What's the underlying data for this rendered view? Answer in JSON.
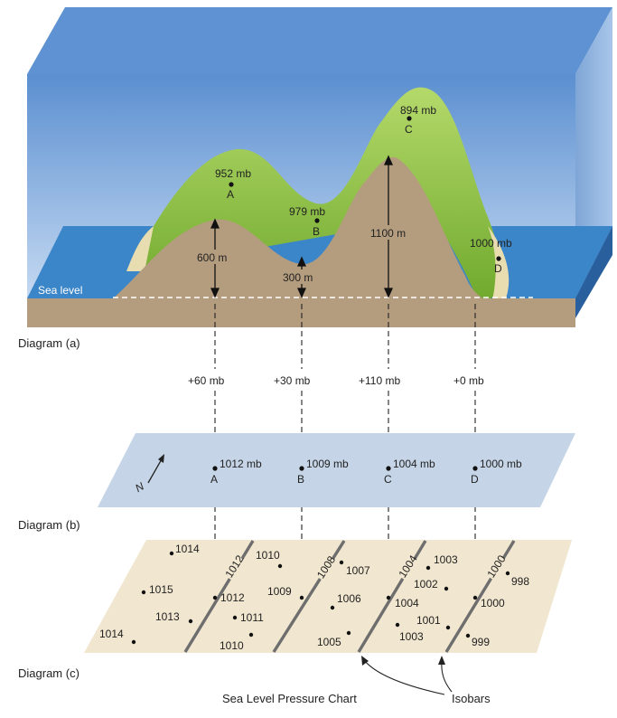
{
  "diagram_a": {
    "caption": "Diagram (a)",
    "sea_level_label": "Sea level",
    "points": [
      {
        "label": "A",
        "pressure": "952 mb",
        "elevation": "600 m"
      },
      {
        "label": "B",
        "pressure": "979 mb",
        "elevation": "300 m"
      },
      {
        "label": "C",
        "pressure": "894 mb",
        "elevation": "1100 m"
      },
      {
        "label": "D",
        "pressure": "1000 mb"
      }
    ]
  },
  "corrections": [
    "+60 mb",
    "+30 mb",
    "+110 mb",
    "+0 mb"
  ],
  "diagram_b": {
    "caption": "Diagram (b)",
    "north_label": "N",
    "points": [
      {
        "label": "A",
        "pressure": "1012 mb"
      },
      {
        "label": "B",
        "pressure": "1009 mb"
      },
      {
        "label": "C",
        "pressure": "1004 mb"
      },
      {
        "label": "D",
        "pressure": "1000 mb"
      }
    ]
  },
  "diagram_c": {
    "caption": "Diagram (c)",
    "chart_title": "Sea Level Pressure Chart",
    "isobars_label": "Isobars",
    "isobar_values": [
      "1012",
      "1008",
      "1004",
      "1000"
    ],
    "station_values": [
      "1014",
      "1010",
      "1007",
      "1003",
      "998",
      "1015",
      "1012",
      "1009",
      "1006",
      "1002",
      "1004",
      "1000",
      "1013",
      "1011",
      "1001",
      "1014",
      "1010",
      "1005",
      "1003",
      "999"
    ]
  },
  "colors": {
    "water": "#2f6fb0",
    "sky": "#8fb6e4",
    "land": "#b59b7c",
    "grass": "#8cc43a",
    "plane_b": "#c5d4e6",
    "plane_c": "#f1e6cf"
  }
}
